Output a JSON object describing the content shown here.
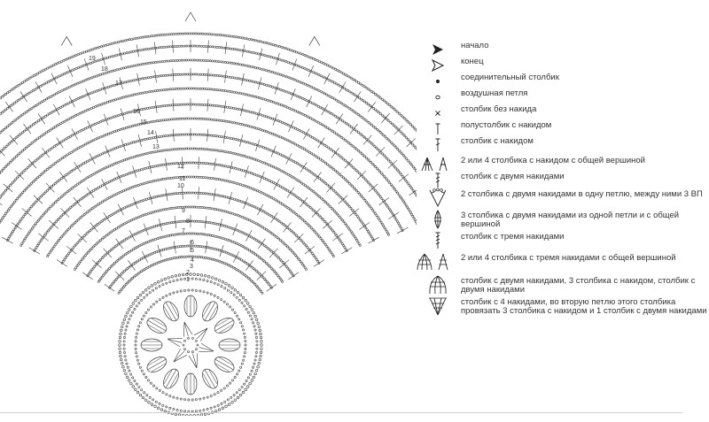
{
  "diagram": {
    "row_numbers": [
      "1",
      "2",
      "3",
      "4",
      "5",
      "6",
      "7",
      "8",
      "9",
      "10",
      "11",
      "12",
      "13",
      "14",
      "15",
      "16",
      "17",
      "18",
      "19"
    ],
    "colors": {
      "stroke": "#3a3a3a",
      "text": "#333333"
    }
  },
  "legend": {
    "items": [
      {
        "symbol": "arrow-filled-icon",
        "label": "начало"
      },
      {
        "symbol": "arrow-outline-icon",
        "label": "конец"
      },
      {
        "symbol": "dot-icon",
        "label": "соединительный столбик"
      },
      {
        "symbol": "circle-icon",
        "label": "воздушная петля"
      },
      {
        "symbol": "cross-icon",
        "label": "столбик без накида"
      },
      {
        "symbol": "half-dc-icon",
        "label": "полустолбик с накидом"
      },
      {
        "symbol": "dc-icon",
        "label": "столбик с накидом"
      },
      {
        "symbol": "dc-cluster-icon",
        "label": "2 или 4 столбика с накидом с общей вершиной"
      },
      {
        "symbol": "tr-icon",
        "label": "столбик с двумя накидами"
      },
      {
        "symbol": "v-stitch-icon",
        "label": "2 столбика с двумя накидами в одну петлю, между ними 3 ВП"
      },
      {
        "symbol": "tr-shell-icon",
        "label": "3 столбика с двумя накидами из одной петли и с общей вершиной"
      },
      {
        "symbol": "dtr-icon",
        "label": "столбик с тремя накидами"
      },
      {
        "symbol": "dtr-cluster-icon",
        "label": "2 или 4 столбика с тремя накидами с общей вершиной"
      },
      {
        "symbol": "mixed-cluster-icon",
        "label": "столбик с двумя накидами, 3 столбика с накидом, столбик с двумя накидами"
      },
      {
        "symbol": "fan-icon",
        "label": "столбик с 4 накидами, во вторую петлю этого столбика провязать 3 столбика с накидом и 1 столбик с двумя накидами"
      }
    ]
  }
}
